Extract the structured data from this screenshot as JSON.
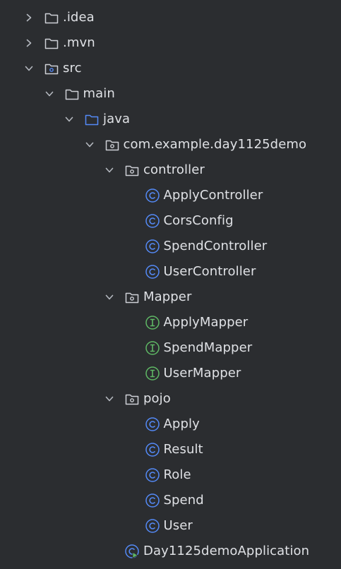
{
  "project_tree": {
    "items": [
      {
        "label": ".idea",
        "depth": 0,
        "icon": "folder-icon",
        "expand": "collapsed"
      },
      {
        "label": ".mvn",
        "depth": 0,
        "icon": "folder-icon",
        "expand": "collapsed"
      },
      {
        "label": "src",
        "depth": 0,
        "icon": "package-folder-icon",
        "expand": "expanded"
      },
      {
        "label": "main",
        "depth": 1,
        "icon": "folder-icon",
        "expand": "expanded"
      },
      {
        "label": "java",
        "depth": 2,
        "icon": "source-root-icon",
        "expand": "expanded"
      },
      {
        "label": "com.example.day1125demo",
        "depth": 3,
        "icon": "package-folder-icon",
        "expand": "expanded"
      },
      {
        "label": "controller",
        "depth": 4,
        "icon": "package-folder-icon",
        "expand": "expanded"
      },
      {
        "label": "ApplyController",
        "depth": 5,
        "icon": "class-icon",
        "expand": "none"
      },
      {
        "label": "CorsConfig",
        "depth": 5,
        "icon": "class-icon",
        "expand": "none"
      },
      {
        "label": "SpendController",
        "depth": 5,
        "icon": "class-icon",
        "expand": "none"
      },
      {
        "label": "UserController",
        "depth": 5,
        "icon": "class-icon",
        "expand": "none"
      },
      {
        "label": "Mapper",
        "depth": 4,
        "icon": "package-folder-icon",
        "expand": "expanded"
      },
      {
        "label": "ApplyMapper",
        "depth": 5,
        "icon": "interface-icon",
        "expand": "none"
      },
      {
        "label": "SpendMapper",
        "depth": 5,
        "icon": "interface-icon",
        "expand": "none"
      },
      {
        "label": "UserMapper",
        "depth": 5,
        "icon": "interface-icon",
        "expand": "none"
      },
      {
        "label": "pojo",
        "depth": 4,
        "icon": "package-folder-icon",
        "expand": "expanded"
      },
      {
        "label": "Apply",
        "depth": 5,
        "icon": "class-icon",
        "expand": "none"
      },
      {
        "label": "Result",
        "depth": 5,
        "icon": "class-icon",
        "expand": "none"
      },
      {
        "label": "Role",
        "depth": 5,
        "icon": "class-icon",
        "expand": "none"
      },
      {
        "label": "Spend",
        "depth": 5,
        "icon": "class-icon",
        "expand": "none"
      },
      {
        "label": "User",
        "depth": 5,
        "icon": "class-icon",
        "expand": "none"
      },
      {
        "label": "Day1125demoApplication",
        "depth": 4,
        "icon": "spring-boot-app-icon",
        "expand": "none"
      }
    ]
  },
  "colors": {
    "background": "#2b2d30",
    "text": "#dfe1e5",
    "arrow": "#b4b8bf",
    "folder": "#ced0d6",
    "source_root": "#548af7",
    "class": "#548af7",
    "interface": "#5fb865",
    "spring": "#5fb865"
  }
}
